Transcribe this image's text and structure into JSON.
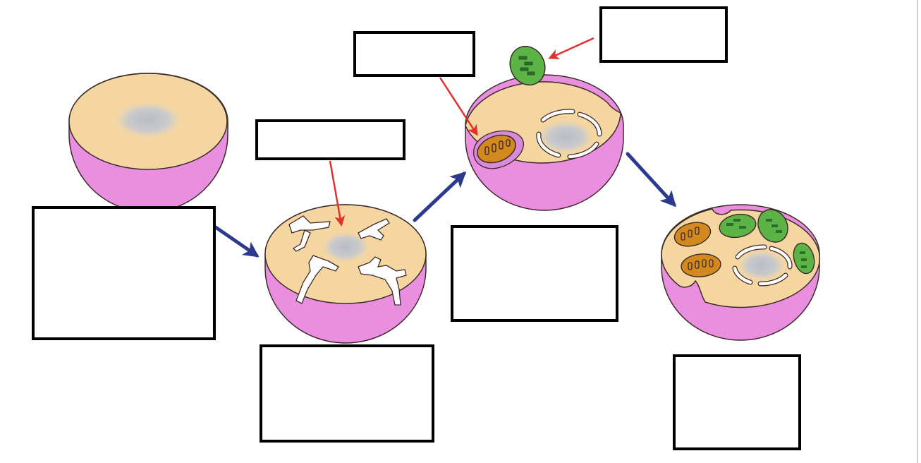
{
  "colors": {
    "cytoplasm": "#f5d6a0",
    "membrane_shell": "#ea8fe0",
    "nucleoid": "#bfc3cc",
    "mitochondrion": "#d4891e",
    "chloroplast": "#5cb447",
    "process_arrow": "#2b3a8f",
    "pointer_arrow": "#e03030",
    "box_border": "#000000"
  },
  "label_boxes": [
    {
      "id": "ancestral-cell-label",
      "text": ""
    },
    {
      "id": "membrane-infolding-label",
      "text": ""
    },
    {
      "id": "infolding-pointer-label",
      "text": ""
    },
    {
      "id": "engulfed-mitochondrion-label",
      "text": ""
    },
    {
      "id": "chloroplast-pointer-label",
      "text": ""
    },
    {
      "id": "stage-three-label",
      "text": ""
    },
    {
      "id": "eukaryotic-cell-label",
      "text": ""
    }
  ]
}
